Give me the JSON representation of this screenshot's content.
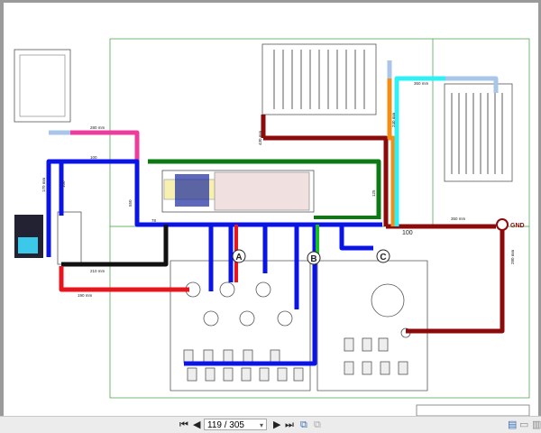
{
  "viewer": {
    "page_indicator": "119 / 305",
    "buttons": {
      "first": "first-page-icon",
      "prev": "previous-page-icon",
      "next": "next-page-icon",
      "last": "last-page-icon"
    }
  },
  "diagram": {
    "connectors": {
      "a": "A",
      "b": "B",
      "c": "C"
    },
    "gnd": "GND",
    "dims": {
      "pink": "280 mm",
      "top_blue": "100",
      "left_blue": "170 mm",
      "drop": "100",
      "mid_v": "550",
      "seg78": "78",
      "black": "210 mm",
      "red": "190 mm",
      "cyan": "360 mm",
      "orange": "240 mm",
      "darkred_v": "430 mm",
      "gnd_h": "350 mm",
      "gnd_v": "280 mm",
      "bottom100": "100",
      "bar_v": "125"
    },
    "colors": {
      "blue": "#0a14e6",
      "red": "#e8141e",
      "darkred": "#8c0a0a",
      "green": "#0c7a12",
      "pink": "#ee3c9e",
      "cyan": "#2ef0f5",
      "orange": "#f58c14",
      "lightblue": "#a8c6ea",
      "black": "#111111"
    }
  }
}
